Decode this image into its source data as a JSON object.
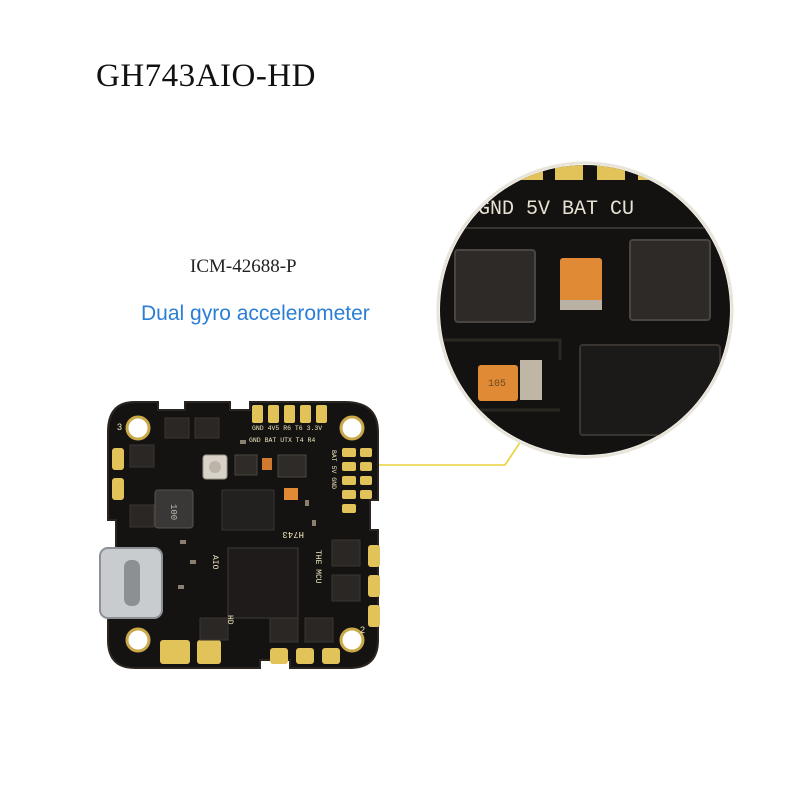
{
  "title": "GH743AIO-HD",
  "chip": {
    "name": "ICM-42688-P",
    "description": "Dual gyro accelerometer"
  },
  "board": {
    "top_pad_labels": "GND 4V5 R6 T6 3.3V",
    "second_row_labels": "GND BAT UTX T4 R4",
    "side_labels": "BAT 5V GND",
    "model_label": "H743",
    "mcu_label": "THE MCU",
    "aio_label": "AIO",
    "hd_label": "HD",
    "inductor_label": "100",
    "corner_labels": [
      "3",
      "2"
    ]
  },
  "zoom": {
    "pad_labels": "GND 5V BAT CU",
    "cap_label": "105"
  },
  "colors": {
    "pcb": "#151311",
    "gold": "#e2c35a",
    "leader": "#e8d23a",
    "accent": "#2a7fd4",
    "cap": "#e08a35"
  }
}
